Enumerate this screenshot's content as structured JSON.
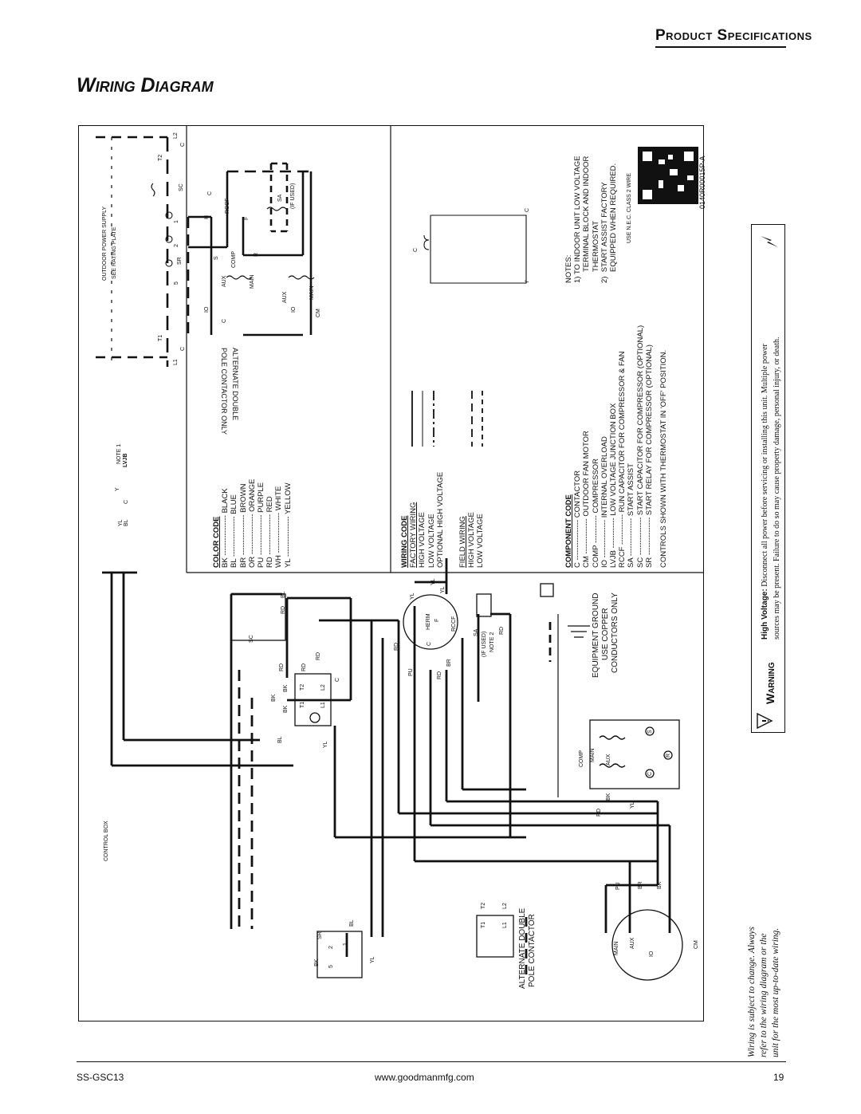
{
  "header": {
    "section_title": "Product Specifications"
  },
  "page_heading": "Wiring Diagram",
  "diagram": {
    "supply": {
      "line1": "OUTDOOR POWER SUPPLY",
      "line2": "SEE RATING PLATE"
    },
    "terminals": {
      "l1": "L1",
      "l2": "L2",
      "t1": "T1",
      "t2": "T2",
      "c": "C",
      "h": "H",
      "f": "F",
      "s": "S",
      "r": "R",
      "one": "1",
      "two": "2",
      "five": "5"
    },
    "components": {
      "sc": "SC",
      "sr": "SR",
      "rccf": "RCCF",
      "sa": "SA",
      "if_used": "(IF USED)",
      "aux": "AUX",
      "main": "MAIN",
      "comp": "COMP",
      "io": "IO",
      "cm": "CM",
      "herm": "HERM",
      "note2": "NOTE 2",
      "note1": "NOTE 1",
      "lvjb": "LVJB",
      "y": "Y",
      "control_box": "CONTROL BOX"
    },
    "alt_contactor_top": {
      "line1": "ALTERNATE DOUBLE",
      "line2": "POLE CONTACTOR ONLY"
    },
    "alt_contactor_bottom": {
      "line1": "ALTERNATE DOUBLE",
      "line2": "POLE CONTACTOR"
    },
    "wire_colors": {
      "bk": "BK",
      "bl": "BL",
      "br": "BR",
      "rd": "RD",
      "pu": "PU",
      "yl": "YL"
    },
    "ground": {
      "line1": "EQUIPMENT GROUND",
      "line2": "USE COPPER",
      "line3": "CONDUCTORS ONLY"
    },
    "doc_number": "0140R00015P-A"
  },
  "color_code": {
    "title": "COLOR CODE",
    "items": [
      {
        "code": "BK",
        "name": "BLACK"
      },
      {
        "code": "BL",
        "name": "BLUE"
      },
      {
        "code": "BR",
        "name": "BROWN"
      },
      {
        "code": "OR",
        "name": "ORANGE"
      },
      {
        "code": "PU",
        "name": "PURPLE"
      },
      {
        "code": "RD",
        "name": "RED"
      },
      {
        "code": "WH",
        "name": "WHITE"
      },
      {
        "code": "YL",
        "name": "YELLOW"
      }
    ]
  },
  "wiring_code": {
    "title": "WIRING CODE",
    "factory_title": "FACTORY WIRING",
    "factory_items": [
      "HIGH VOLTAGE",
      "LOW VOLTAGE",
      "OPTIONAL HIGH VOLTAGE"
    ],
    "field_title": "FIELD WIRING",
    "field_items": [
      "HIGH VOLTAGE",
      "LOW VOLTAGE"
    ]
  },
  "component_code": {
    "title": "COMPONENT CODE",
    "items": [
      {
        "code": "C",
        "name": "CONTACTOR"
      },
      {
        "code": "CM",
        "name": "OUTDOOR FAN MOTOR"
      },
      {
        "code": "COMP",
        "name": "COMPRESSOR"
      },
      {
        "code": "IO",
        "name": "INTERNAL OVERLOAD"
      },
      {
        "code": "LVJB",
        "name": "LOW VOLTAGE JUNCTION BOX"
      },
      {
        "code": "RCCF",
        "name": "RUN CAPACITOR FOR COMPRESSOR & FAN"
      },
      {
        "code": "SA",
        "name": "START ASSIST"
      },
      {
        "code": "SC",
        "name": "START CAPACITOR FOR COMPRESSOR (OPTIONAL)"
      },
      {
        "code": "SR",
        "name": "START RELAY FOR COMPRESSOR (OPTIONAL)"
      }
    ],
    "controls_note": "CONTROLS SHOWN WITH THERMOSTAT IN 'OFF' POSITION."
  },
  "notes": {
    "title": "NOTES:",
    "n1_line1": "1) TO INDOOR UNIT LOW VOLTAGE",
    "n1_line2": "TERMINAL BLOCK AND INDOOR",
    "n1_line3": "THERMOSTAT",
    "n2_line1": "2)  START ASSIST FACTORY",
    "n2_line2": "EQUIPPED WHEN REQUIRED.",
    "class2": "USE N.E.C. CLASS 2 WIRE"
  },
  "warning": {
    "title": "Warning",
    "label": "High Voltage:",
    "line1": "Disconnect  all  power  before  servicing  or  installing  this  unit.  Multiple  power",
    "line2": "sources may be present. Failure to do so may cause property damage, personal injury, or death."
  },
  "subject_to_change": {
    "line1": "Wiring  is  subject  to  change.  Always",
    "line2": "refer  to  the  wiring  diagram  or  the",
    "line3": "unit for the most up-to-date wiring."
  },
  "footer": {
    "doc_id": "SS-GSC13",
    "website": "www.goodmanmfg.com",
    "page_number": "19"
  }
}
